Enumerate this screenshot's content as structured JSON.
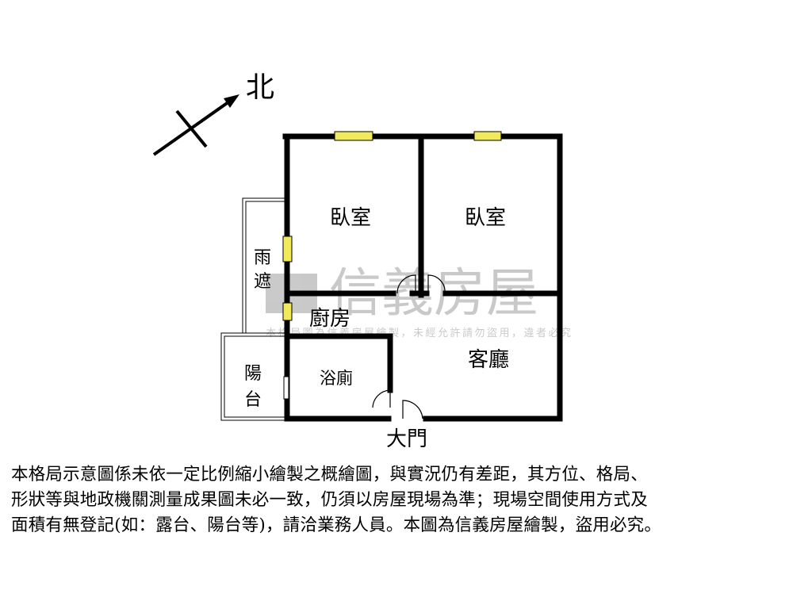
{
  "compass": {
    "north_label": "北",
    "icon": "north-arrow-icon"
  },
  "rooms": {
    "bedroom_1": "臥室",
    "bedroom_2": "臥室",
    "kitchen": "廚房",
    "living_room": "客廳",
    "bathroom": "浴廁",
    "canopy": [
      "雨",
      "遮"
    ],
    "balcony": [
      "陽",
      "台"
    ],
    "main_door": "大門"
  },
  "watermark": {
    "brand": "信義房屋",
    "notice": "本格局圖為信義房屋繪製，未經允許請勿盜用，違者必究"
  },
  "disclaimer": [
    "本格局示意圖係未依一定比例縮小繪製之概繪圖，與實況仍有差距，其方位、格局、",
    "形狀等與地政機關測量成果圖未必一致，仍須以房屋現場為準；現場空間使用方式及",
    "面積有無登記(如：露台、陽台等)，請洽業務人員。本圖為信義房屋繪製，盜用必究。"
  ],
  "colors": {
    "wall": "#000000",
    "window": "#f2ea5a",
    "watermark": "#9a9a9a"
  }
}
